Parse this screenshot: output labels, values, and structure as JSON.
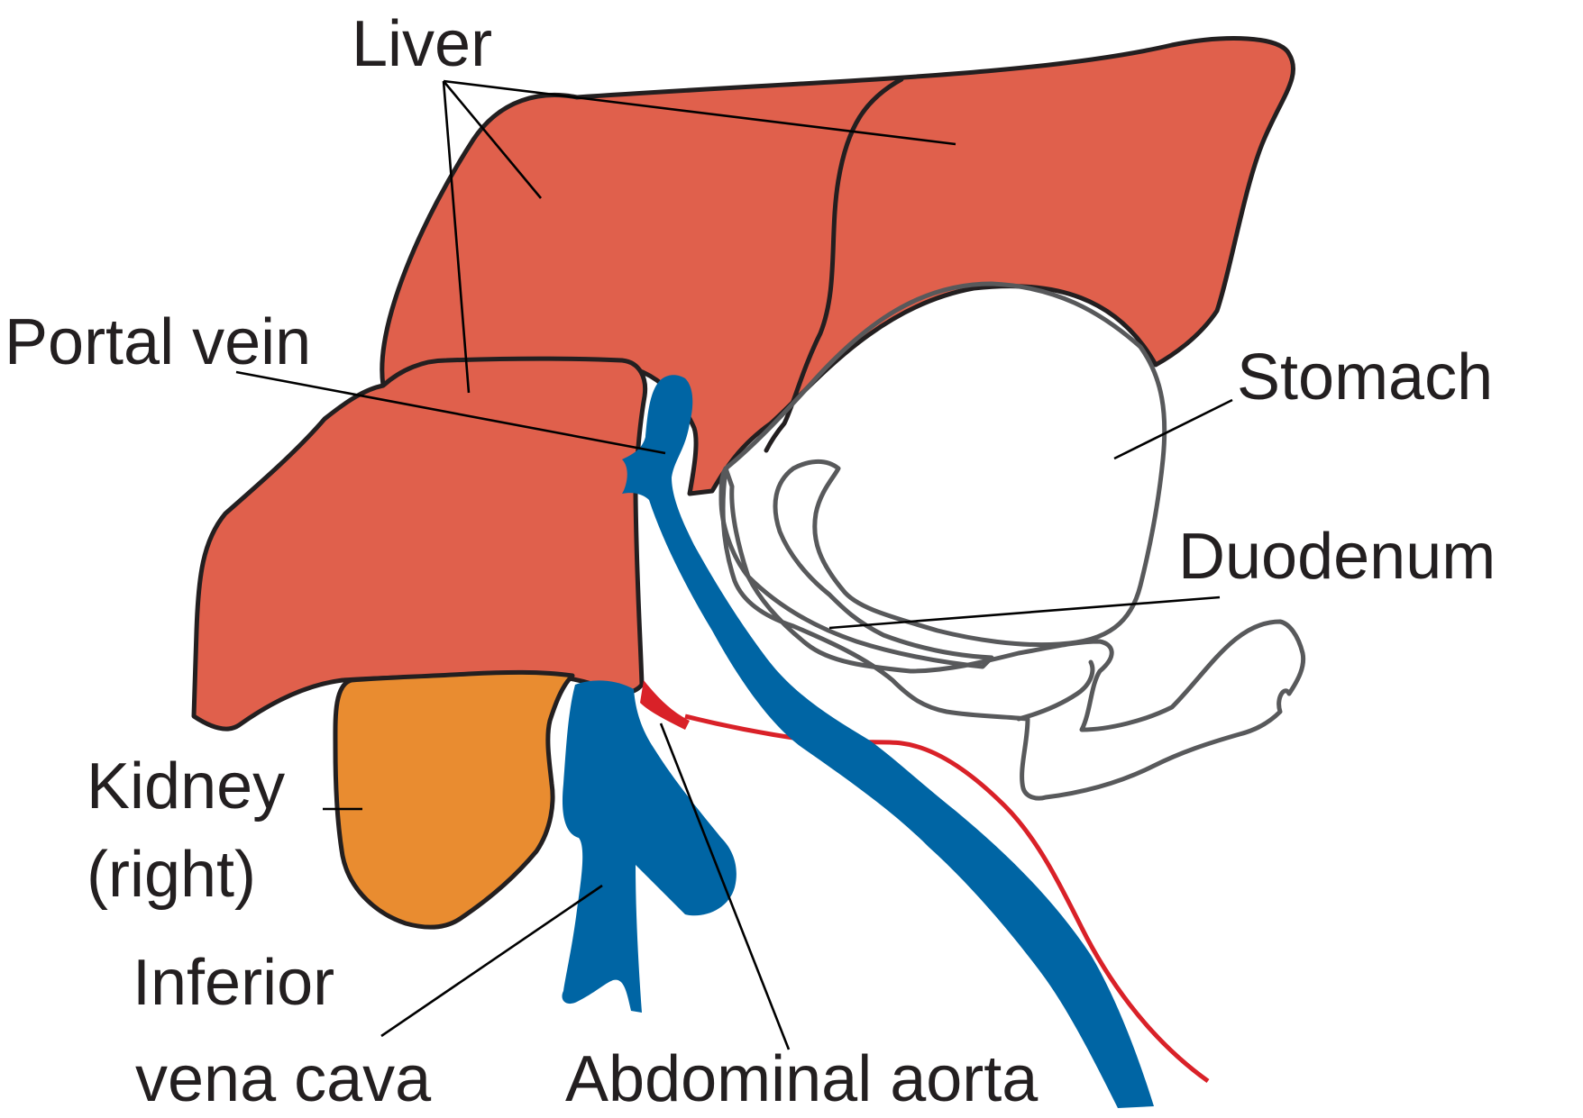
{
  "labels": {
    "liver": "Liver",
    "portal_vein": "Portal vein",
    "stomach": "Stomach",
    "duodenum": "Duodenum",
    "kidney_line1": "Kidney",
    "kidney_line2": "(right)",
    "ivc_line1": "Inferior",
    "ivc_line2": "vena cava",
    "abdominal_aorta": "Abdominal aorta"
  },
  "colors": {
    "liver": "#e0604c",
    "kidney": "#e98c30",
    "vein": "#0065a4",
    "artery": "#d92128",
    "outline": "#231f20",
    "gut_outline": "#58595b"
  }
}
